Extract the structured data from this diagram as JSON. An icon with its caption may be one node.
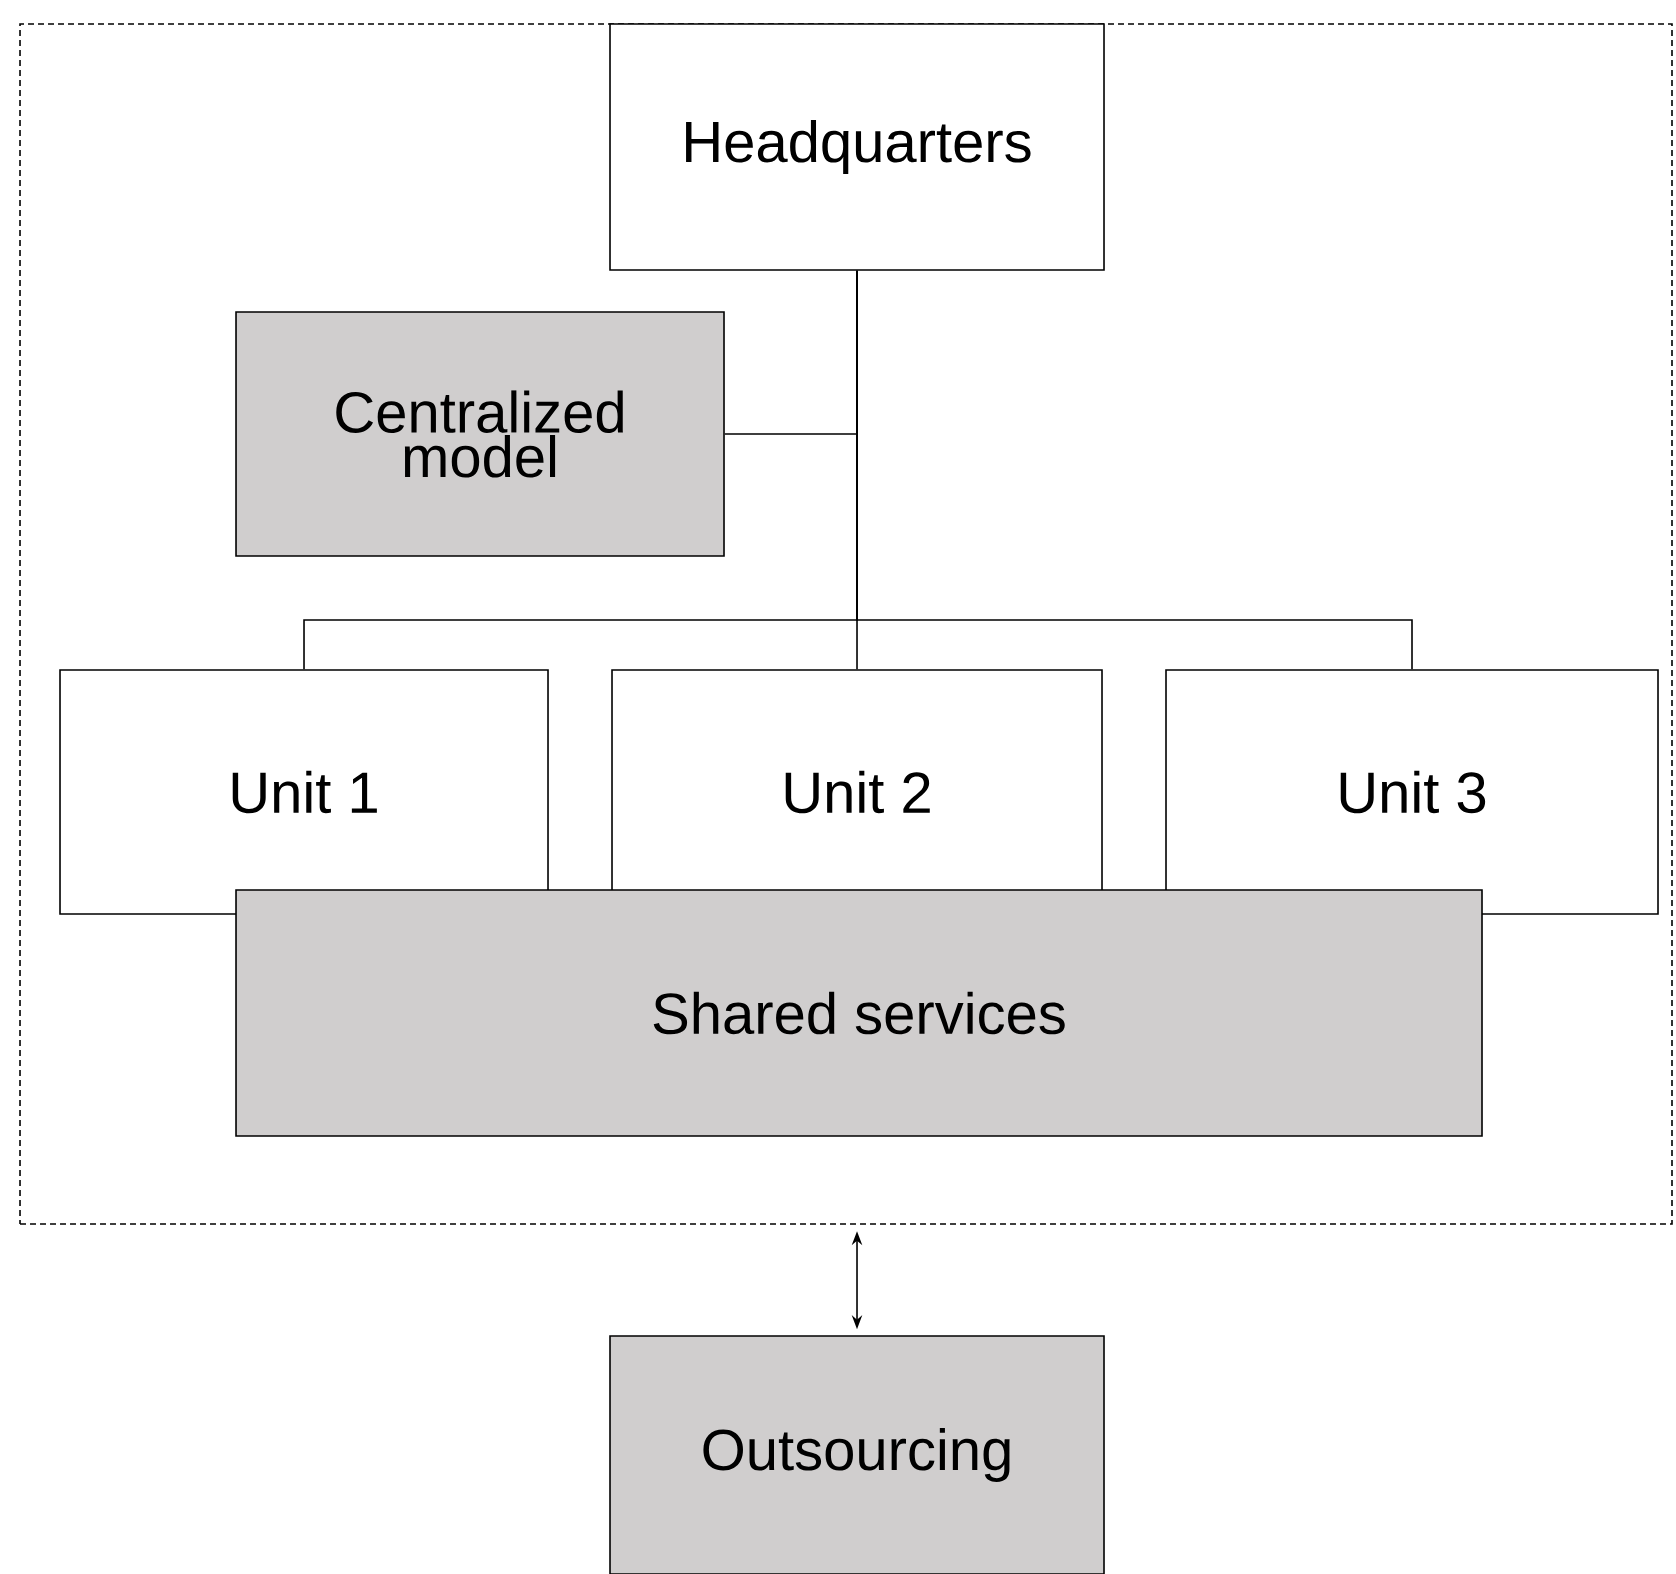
{
  "diagram": {
    "nodes": [
      {
        "text": [],
        "shape": "box"
      },
      {
        "text": [
          "Headquarters"
        ],
        "in": 0
      },
      {
        "text": [
          "Centralized model"
        ],
        "in": 0
      },
      {
        "text": [
          "Unit 1"
        ],
        "in": 0
      },
      {
        "text": [
          "Unit 2"
        ],
        "in": 0
      },
      {
        "text": [
          "Unit 3"
        ],
        "in": 0
      },
      {
        "text": [
          "Shared services"
        ],
        "in": 0
      },
      {
        "text": [
          "Outsourcing"
        ]
      }
    ],
    "edges": [
      {
        "from": 1,
        "to": 2,
        "arrow": "none"
      },
      {
        "from": 1,
        "to": 3,
        "arrow": "none"
      },
      {
        "from": 1,
        "to": 4,
        "arrow": "none"
      },
      {
        "from": 1,
        "to": 5,
        "arrow": "none"
      },
      {
        "from": 0,
        "to": 7,
        "arrow": "both"
      }
    ]
  }
}
